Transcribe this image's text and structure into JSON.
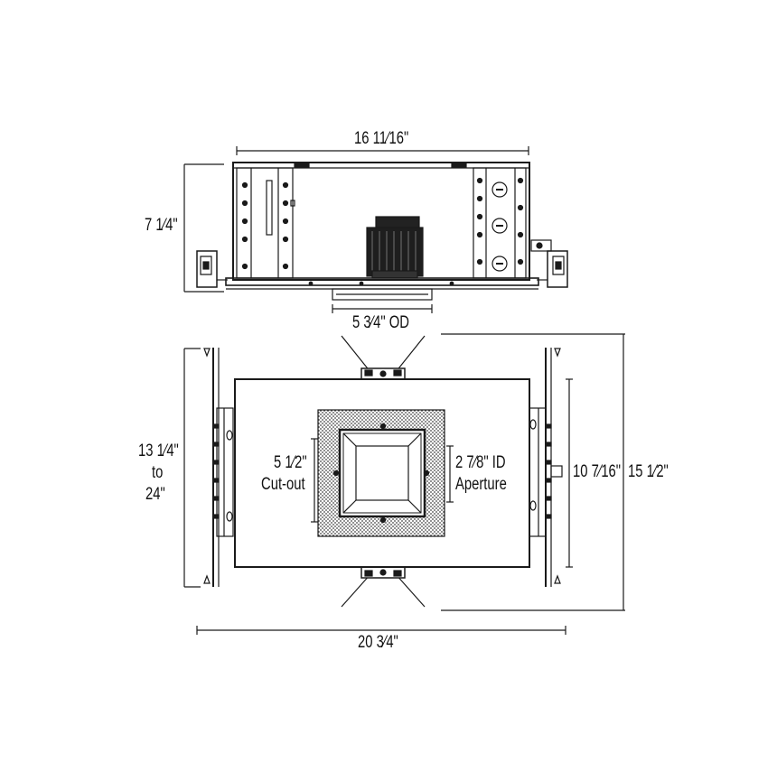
{
  "top_view": {
    "width_dim": "16 11⁄16\"",
    "height_dim": "7 1⁄4\"",
    "od_dim": "5 3⁄4\" OD"
  },
  "bottom_view": {
    "joist_range_line1": "13 1⁄4\"",
    "joist_range_line2": "to",
    "joist_range_line3": "24\"",
    "cutout_line1": "5 1⁄2\"",
    "cutout_line2": "Cut-out",
    "aperture_line1": "2 7⁄8\" ID",
    "aperture_line2": "Aperture",
    "inner_height_dim": "10 7⁄16\"",
    "outer_height_dim": "15 1⁄2\"",
    "overall_width_dim": "20 3⁄4\""
  },
  "colors": {
    "line": "#1a1a1a",
    "hatch": "#555555",
    "fill": "#ffffff",
    "dark": "#222222"
  }
}
